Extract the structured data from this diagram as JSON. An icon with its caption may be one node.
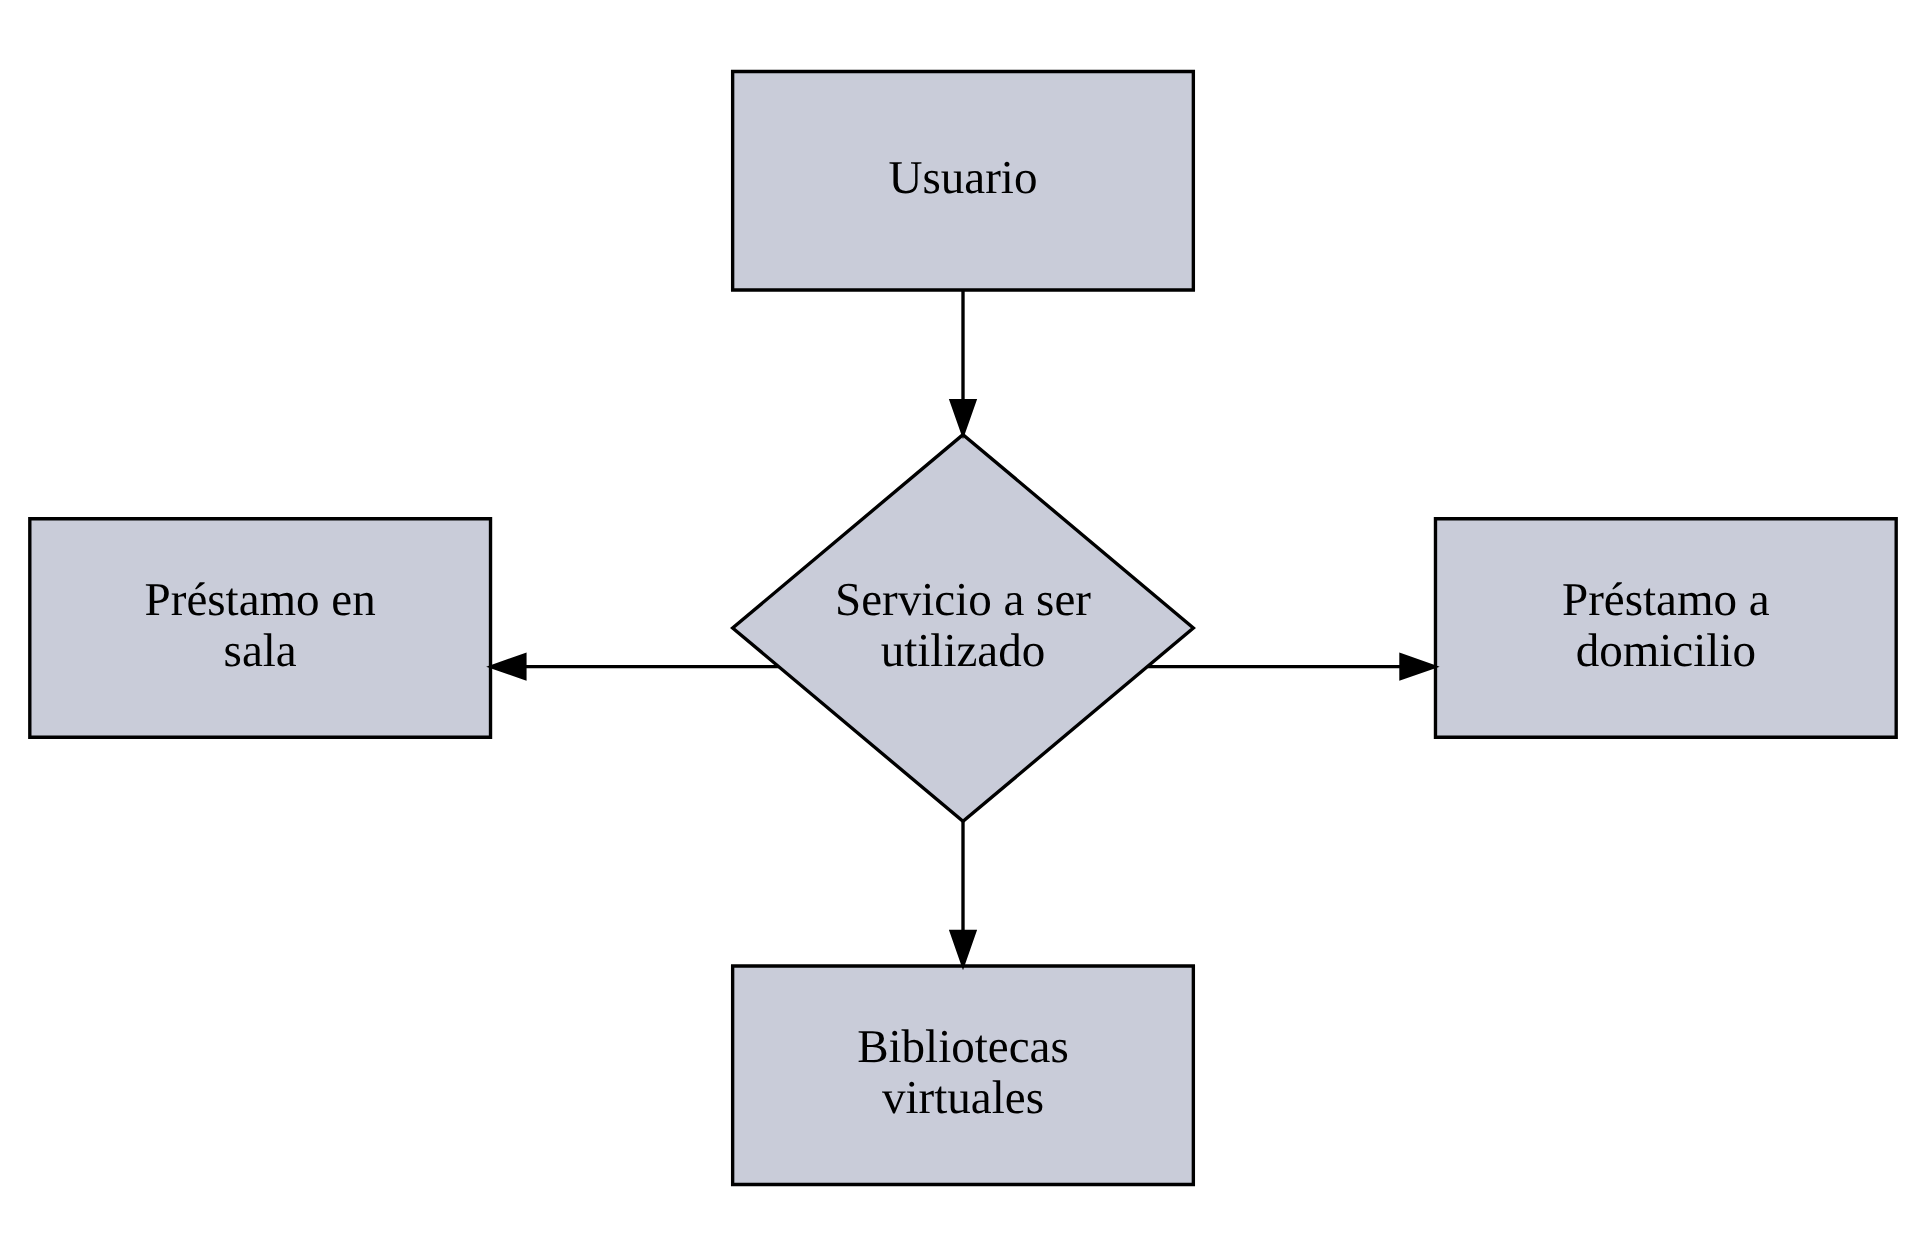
{
  "diagram": {
    "nodes": [
      {
        "text": [
          "Usuario"
        ]
      },
      {
        "text": [
          "Servicio a ser utilizado"
        ]
      },
      {
        "text": [
          "Préstamo en sala"
        ]
      },
      {
        "text": [
          "Préstamo a domicilio"
        ]
      },
      {
        "text": [
          "Bibliotecas virtuales"
        ]
      }
    ],
    "edges": [
      {
        "from": 0,
        "to": 1,
        "arrow": "to"
      },
      {
        "from": 1,
        "to": 2,
        "arrow": "to"
      },
      {
        "from": 1,
        "to": 3,
        "arrow": "to"
      },
      {
        "from": 1,
        "to": 4,
        "arrow": "to"
      }
    ]
  }
}
